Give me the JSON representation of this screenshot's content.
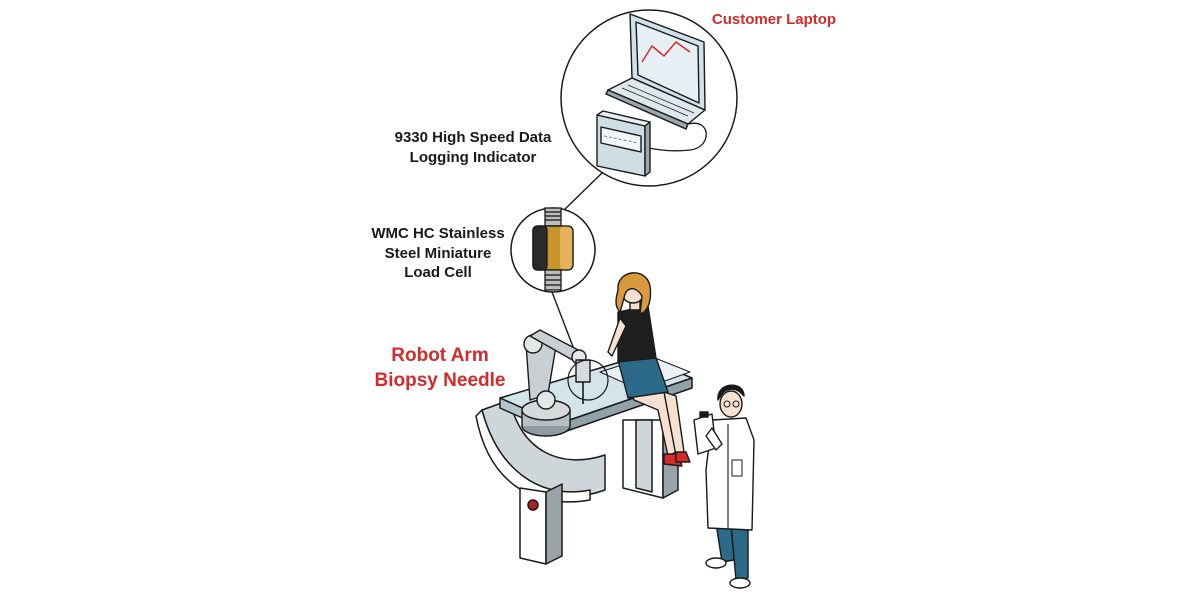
{
  "labels": {
    "customer_laptop": "Customer Laptop",
    "indicator_line1": "9330 High Speed Data",
    "indicator_line2": "Logging Indicator",
    "load_cell_line1": "WMC HC Stainless",
    "load_cell_line2": "Steel Miniature",
    "load_cell_line3": "Load Cell",
    "robot_line1": "Robot Arm",
    "robot_line2": "Biopsy Needle"
  },
  "colors": {
    "accent_red": "#d42a2a",
    "outline": "#1a1a1a",
    "table_top": "#d3e4ea",
    "screen": "#cfe2ec",
    "metal": "#b8b8b8",
    "gold": "#c8952a",
    "teal": "#2c6a8a",
    "hair": "#d99a3e"
  }
}
